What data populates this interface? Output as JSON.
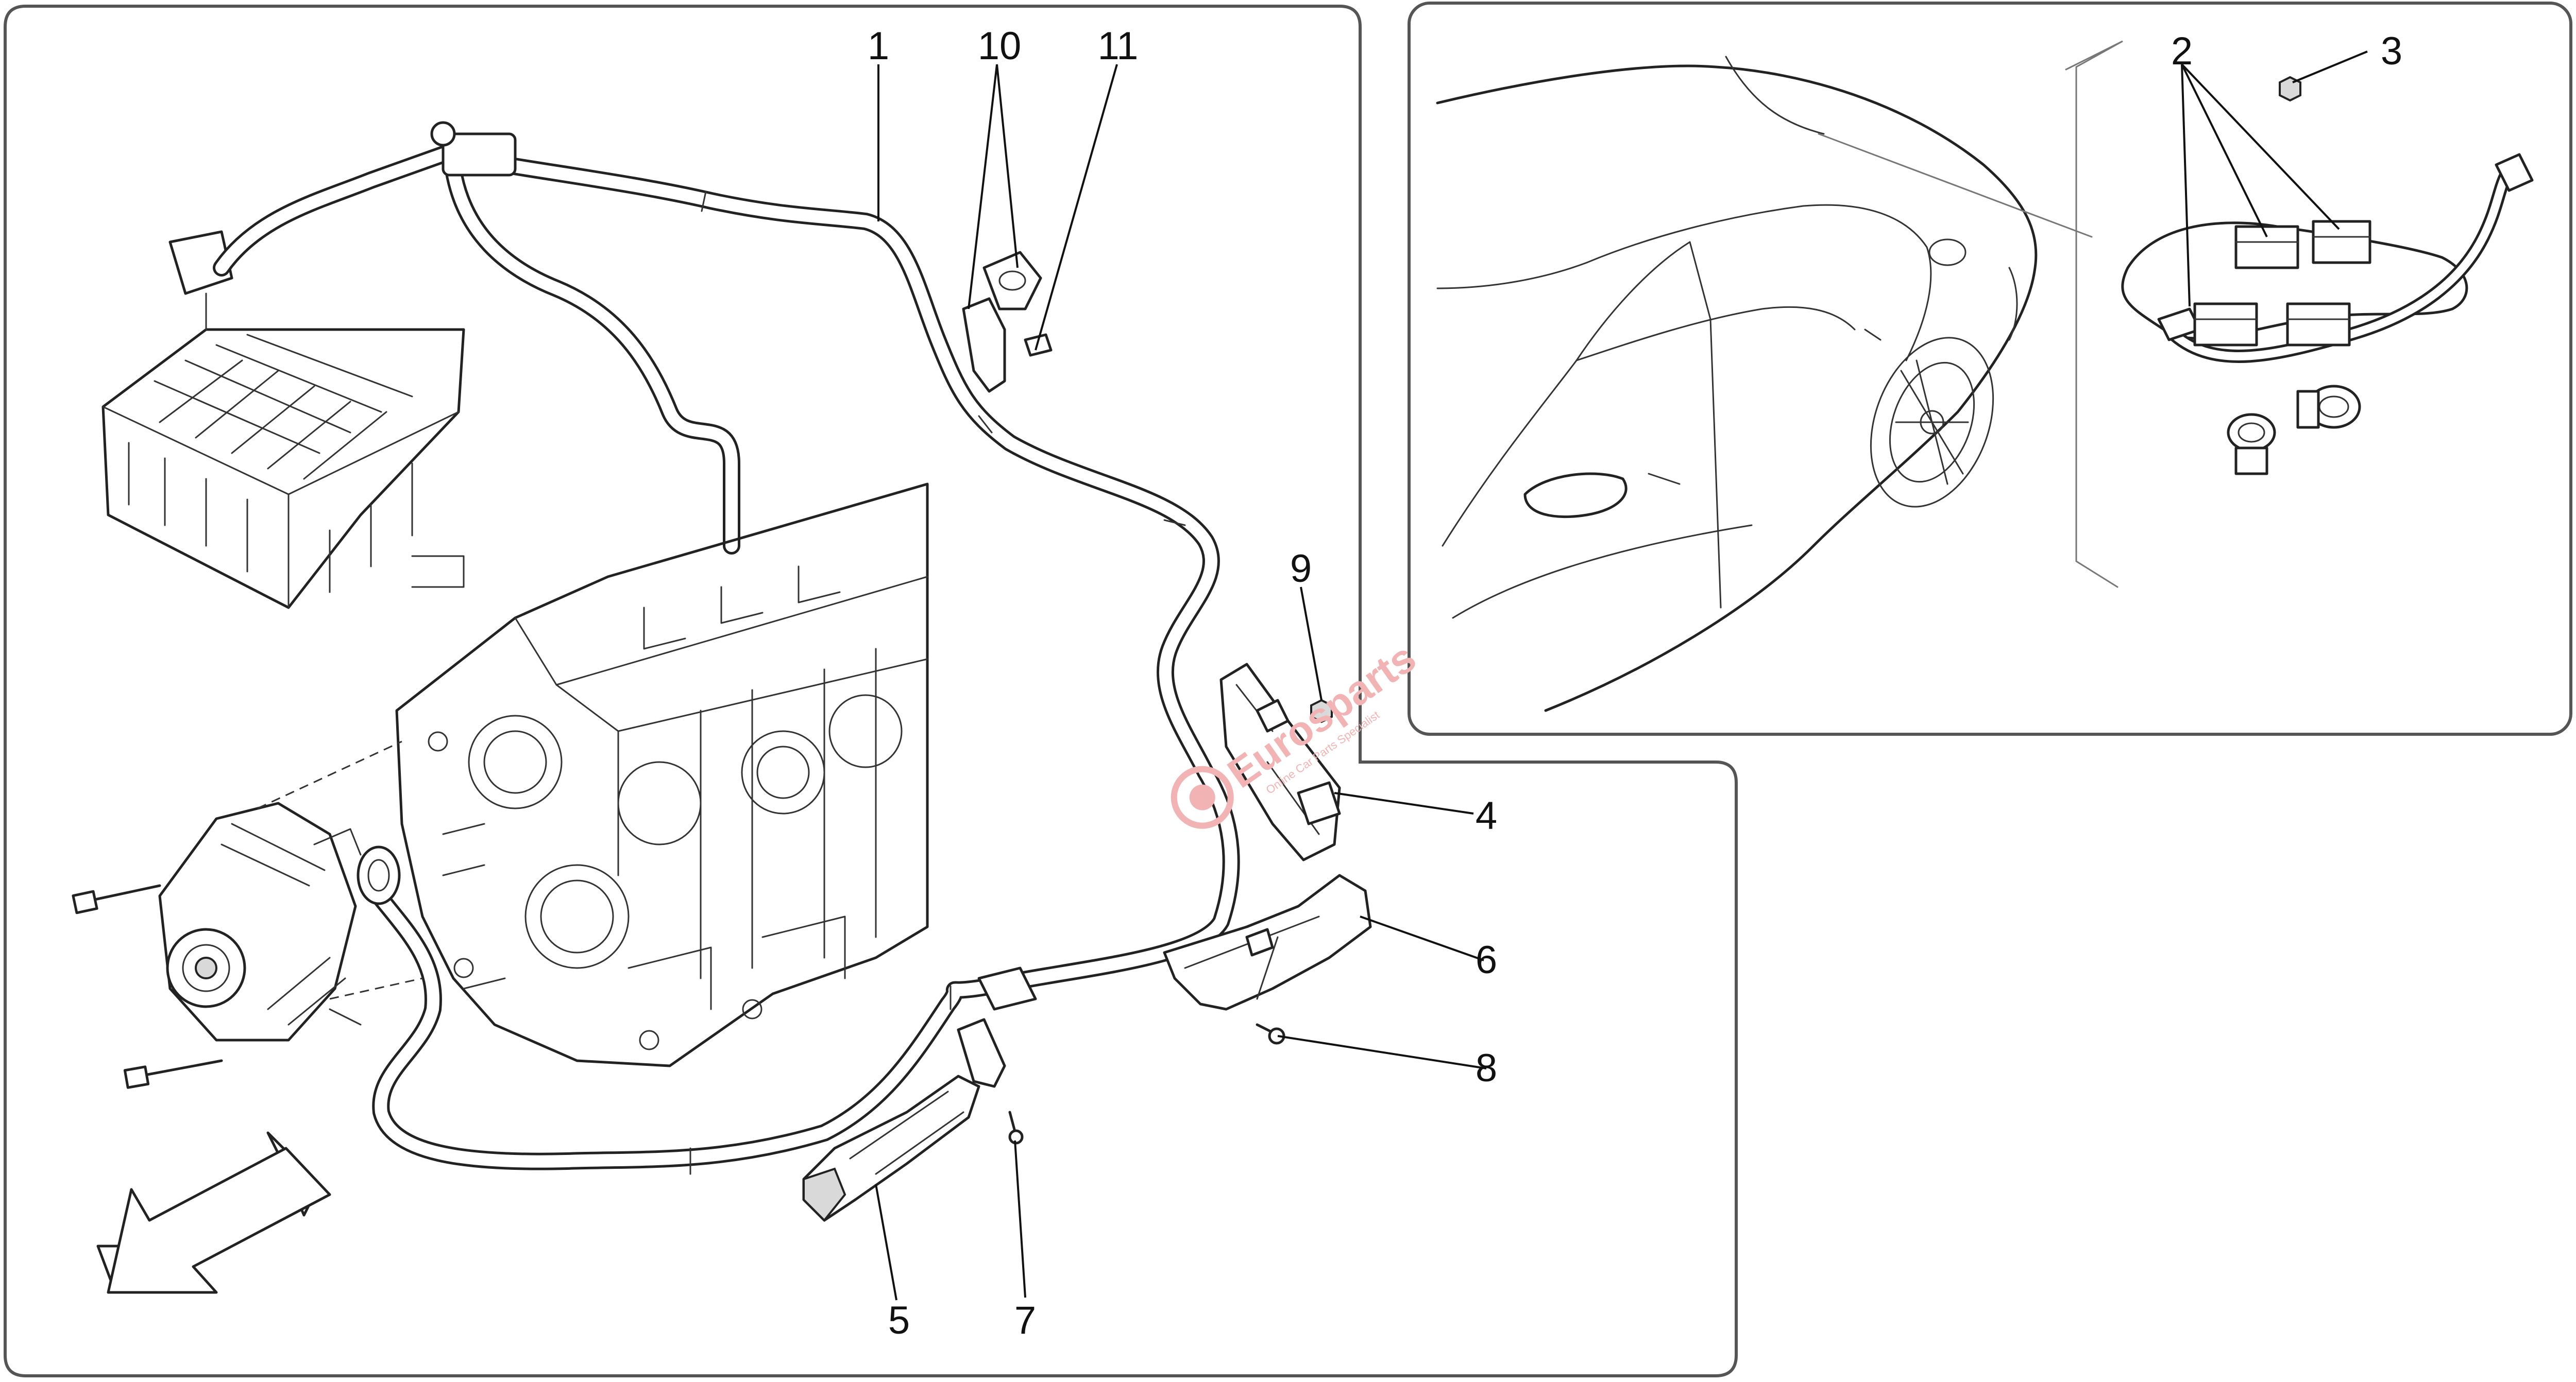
{
  "diagram": {
    "callouts": [
      "1",
      "2",
      "3",
      "4",
      "5",
      "6",
      "7",
      "8",
      "9",
      "10",
      "11"
    ]
  },
  "watermark": {
    "brand": "Eurosparts",
    "tagline": "Online Car Parts Specialist"
  },
  "colors": {
    "line": "#222222",
    "panel_border": "#555555",
    "watermark": "#f1b3b3",
    "background": "#ffffff"
  }
}
